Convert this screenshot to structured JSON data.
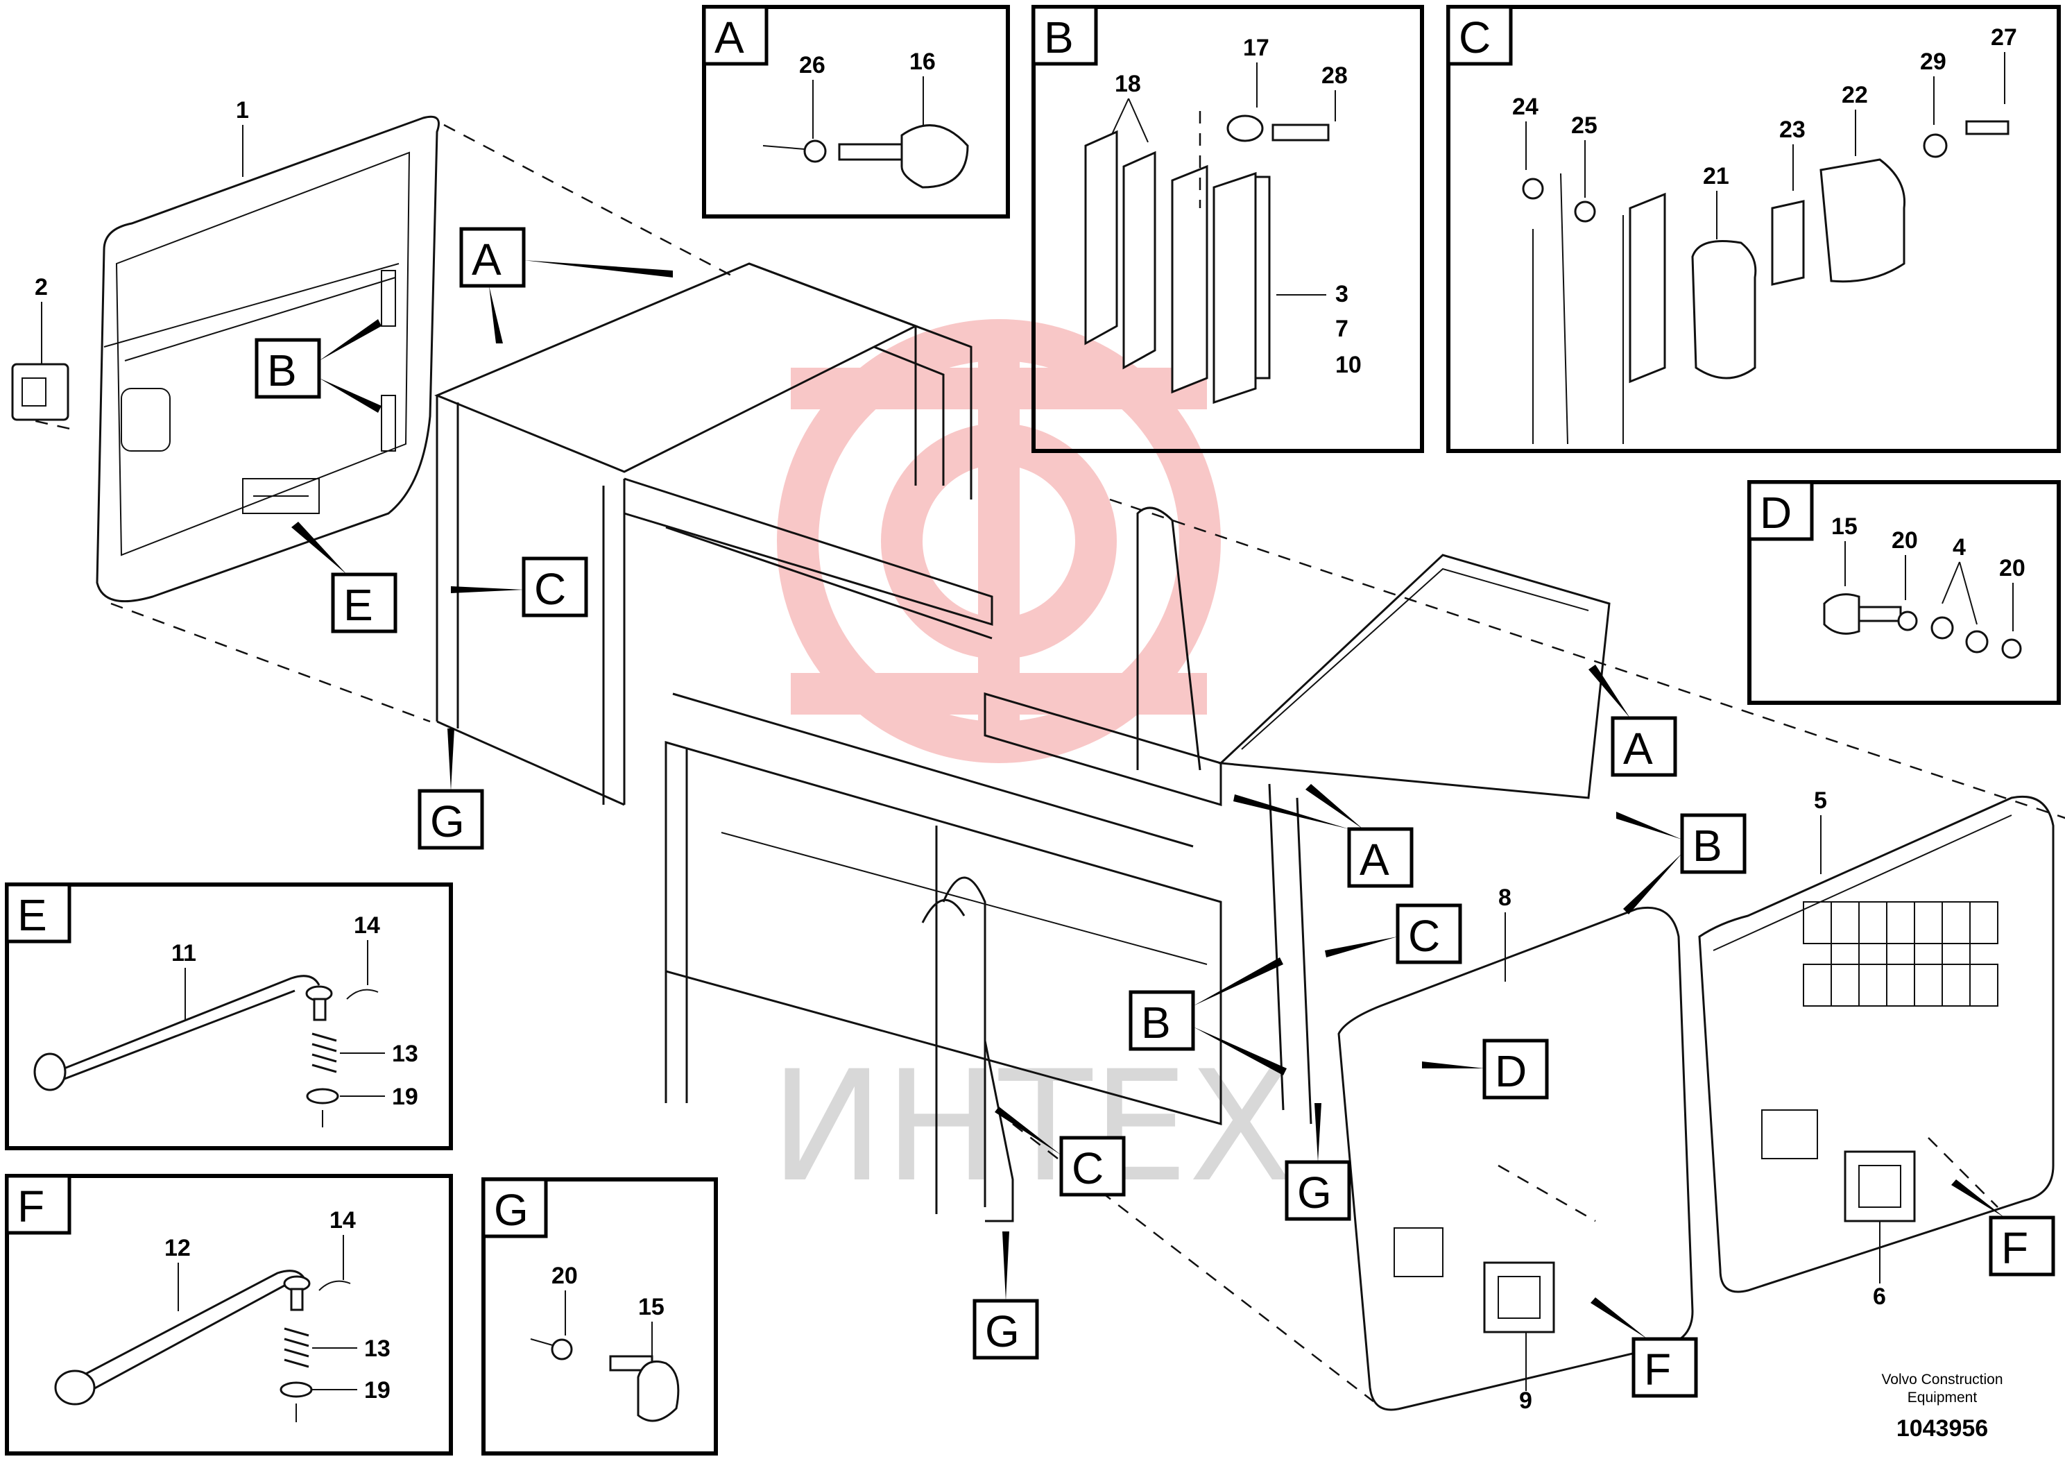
{
  "watermark_text": "ИНТЕХ",
  "footer": {
    "company_line1": "Volvo Construction",
    "company_line2": "Equipment",
    "drawing_number": "1043956"
  },
  "detail_views": {
    "A": {
      "tag": "A",
      "parts": [
        "26",
        "16"
      ]
    },
    "B": {
      "tag": "B",
      "parts": [
        "18",
        "17",
        "28",
        "3",
        "7",
        "10"
      ]
    },
    "C": {
      "tag": "C",
      "parts": [
        "24",
        "25",
        "21",
        "23",
        "22",
        "29",
        "27"
      ]
    },
    "D": {
      "tag": "D",
      "parts": [
        "15",
        "20",
        "4",
        "20"
      ]
    },
    "E": {
      "tag": "E",
      "parts": [
        "11",
        "14",
        "13",
        "19"
      ]
    },
    "F": {
      "tag": "F",
      "parts": [
        "12",
        "14",
        "13",
        "19"
      ]
    },
    "G": {
      "tag": "G",
      "parts": [
        "20",
        "15"
      ]
    }
  },
  "main_tags": {
    "door_b": "B",
    "door_e": "E",
    "frame_a_top": "A",
    "frame_c_left": "C",
    "frame_g_left": "G",
    "rear_a": "A",
    "mid_a": "A",
    "mid_b": "B",
    "mid_c": "C",
    "mid_b2": "B",
    "bottom_c": "C",
    "bottom_g": "G",
    "panel_g": "G",
    "panel_d": "D",
    "panel_f_left": "F",
    "panel_f_right": "F"
  },
  "main_parts": {
    "door": "1",
    "door_handle": "2",
    "panel_left": "8",
    "panel_left_latch": "9",
    "panel_right": "5",
    "panel_right_latch": "6"
  }
}
